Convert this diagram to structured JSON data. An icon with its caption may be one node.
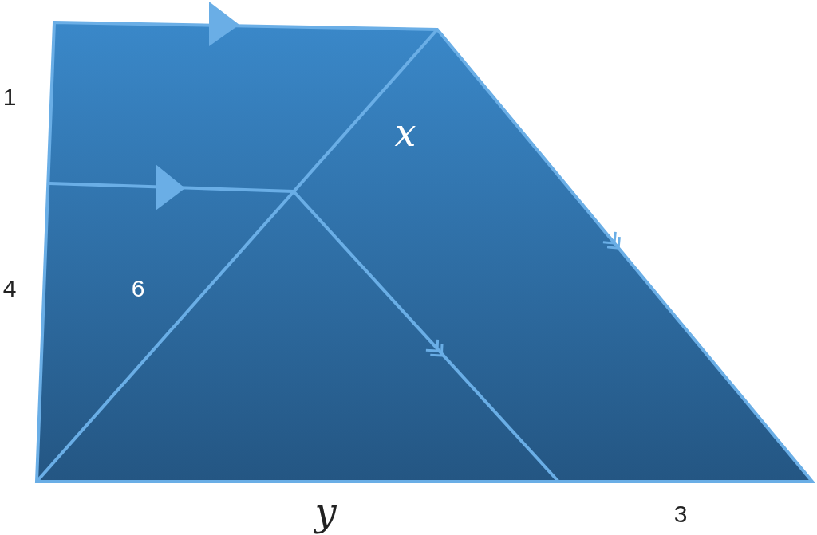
{
  "diagram": {
    "labels": [
      "1",
      "4",
      "6",
      "x",
      "y",
      "3"
    ]
  }
}
